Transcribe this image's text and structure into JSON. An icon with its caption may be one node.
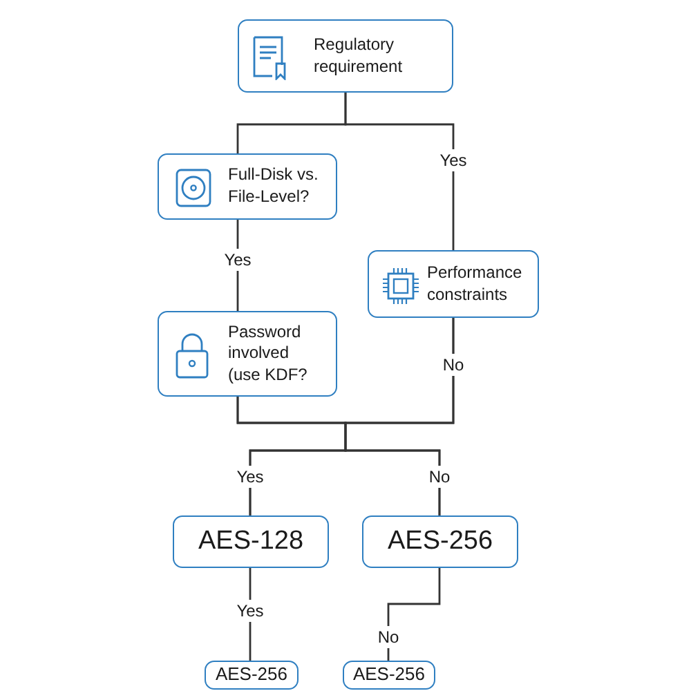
{
  "diagram": {
    "nodes": [
      {
        "text": [
          "Regulatory requirement"
        ]
      },
      {
        "text": [
          "Full-Disk vs. File-Level?"
        ]
      },
      {
        "text": [
          "Performance constraints"
        ]
      },
      {
        "text": [
          "Password involved (use KDF?"
        ]
      },
      {
        "text": [
          "AES-128"
        ]
      },
      {
        "text": [
          "AES-256"
        ]
      },
      {
        "text": [
          "AES-256"
        ]
      },
      {
        "text": [
          "AES-256"
        ]
      }
    ],
    "edges": [
      {
        "from": 0,
        "to": 1,
        "arrow": "none"
      },
      {
        "from": 0,
        "to": 2,
        "arrow": "none",
        "label": "Yes"
      },
      {
        "from": 1,
        "to": 3,
        "arrow": "none",
        "label": "Yes"
      },
      {
        "from": 2,
        "to": 4,
        "arrow": "none",
        "label": "No"
      },
      {
        "from": 2,
        "to": 5,
        "arrow": "none"
      },
      {
        "from": 3,
        "to": 4,
        "arrow": "none",
        "label": "Yes"
      },
      {
        "from": 3,
        "to": 5,
        "arrow": "none",
        "label": "No"
      },
      {
        "from": 4,
        "to": 6,
        "arrow": "none",
        "label": "Yes"
      },
      {
        "from": 5,
        "to": 7,
        "arrow": "none",
        "label": "No"
      }
    ]
  }
}
